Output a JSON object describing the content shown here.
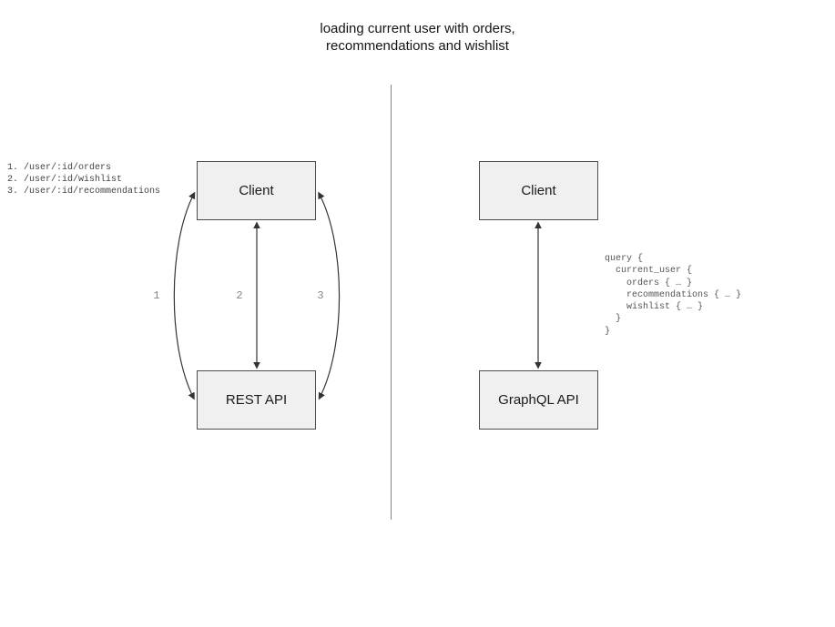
{
  "title": {
    "line1": "loading current user with orders,",
    "line2": "recommendations and wishlist"
  },
  "left": {
    "endpoints": [
      "1. /user/:id/orders",
      "2. /user/:id/wishlist",
      "3. /user/:id/recommendations"
    ],
    "client_label": "Client",
    "api_label": "REST API",
    "arrow_labels": [
      "1",
      "2",
      "3"
    ]
  },
  "right": {
    "client_label": "Client",
    "api_label": "GraphQL API",
    "query_lines": [
      "query {",
      "  current_user {",
      "    orders { … }",
      "    recommendations { … }",
      "    wishlist { … }",
      "  }",
      "}"
    ]
  },
  "colors": {
    "box_fill": "#f0f0f0",
    "box_border": "#4d4d4d",
    "arrow": "#333333",
    "divider": "#888888",
    "endpoint_text": "#444444",
    "query_text": "#555555",
    "arrow_label_text": "#878787",
    "title_text": "#141414"
  }
}
